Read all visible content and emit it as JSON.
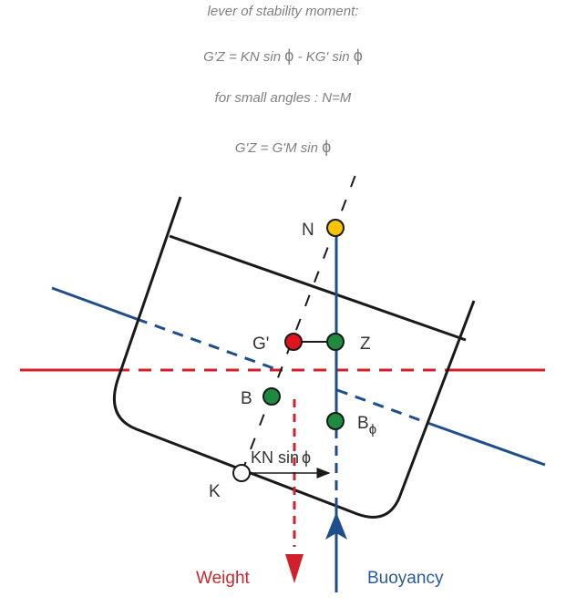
{
  "formulas": {
    "lever_title": "lever of stability moment:",
    "gz_main_left": "G'Z = KN sin ",
    "gz_main_mid": " - KG' sin ",
    "small_angles": "for small angles : N=M",
    "gz_small": "G'Z = G'M sin ",
    "phi": "ϕ"
  },
  "points": {
    "N": "N",
    "G": "G'",
    "Z": "Z",
    "B": "B",
    "B_phi_base": "B",
    "B_phi_sub": "ϕ",
    "K": "K"
  },
  "labels": {
    "kn_sin": "KN sin",
    "kn_phi": "ϕ",
    "weight": "Weight",
    "buoyancy": "Buoyancy"
  },
  "colors": {
    "black": "#1a1a1a",
    "blue": "#1f4e8c",
    "red": "#d0202a",
    "green": "#1e8a3e",
    "yellow": "#f5c400",
    "marker_red": "#e0141e",
    "formula_gray": "#808080",
    "weight_label": "#c8282e",
    "buoyancy_label": "#2a5a9a"
  }
}
